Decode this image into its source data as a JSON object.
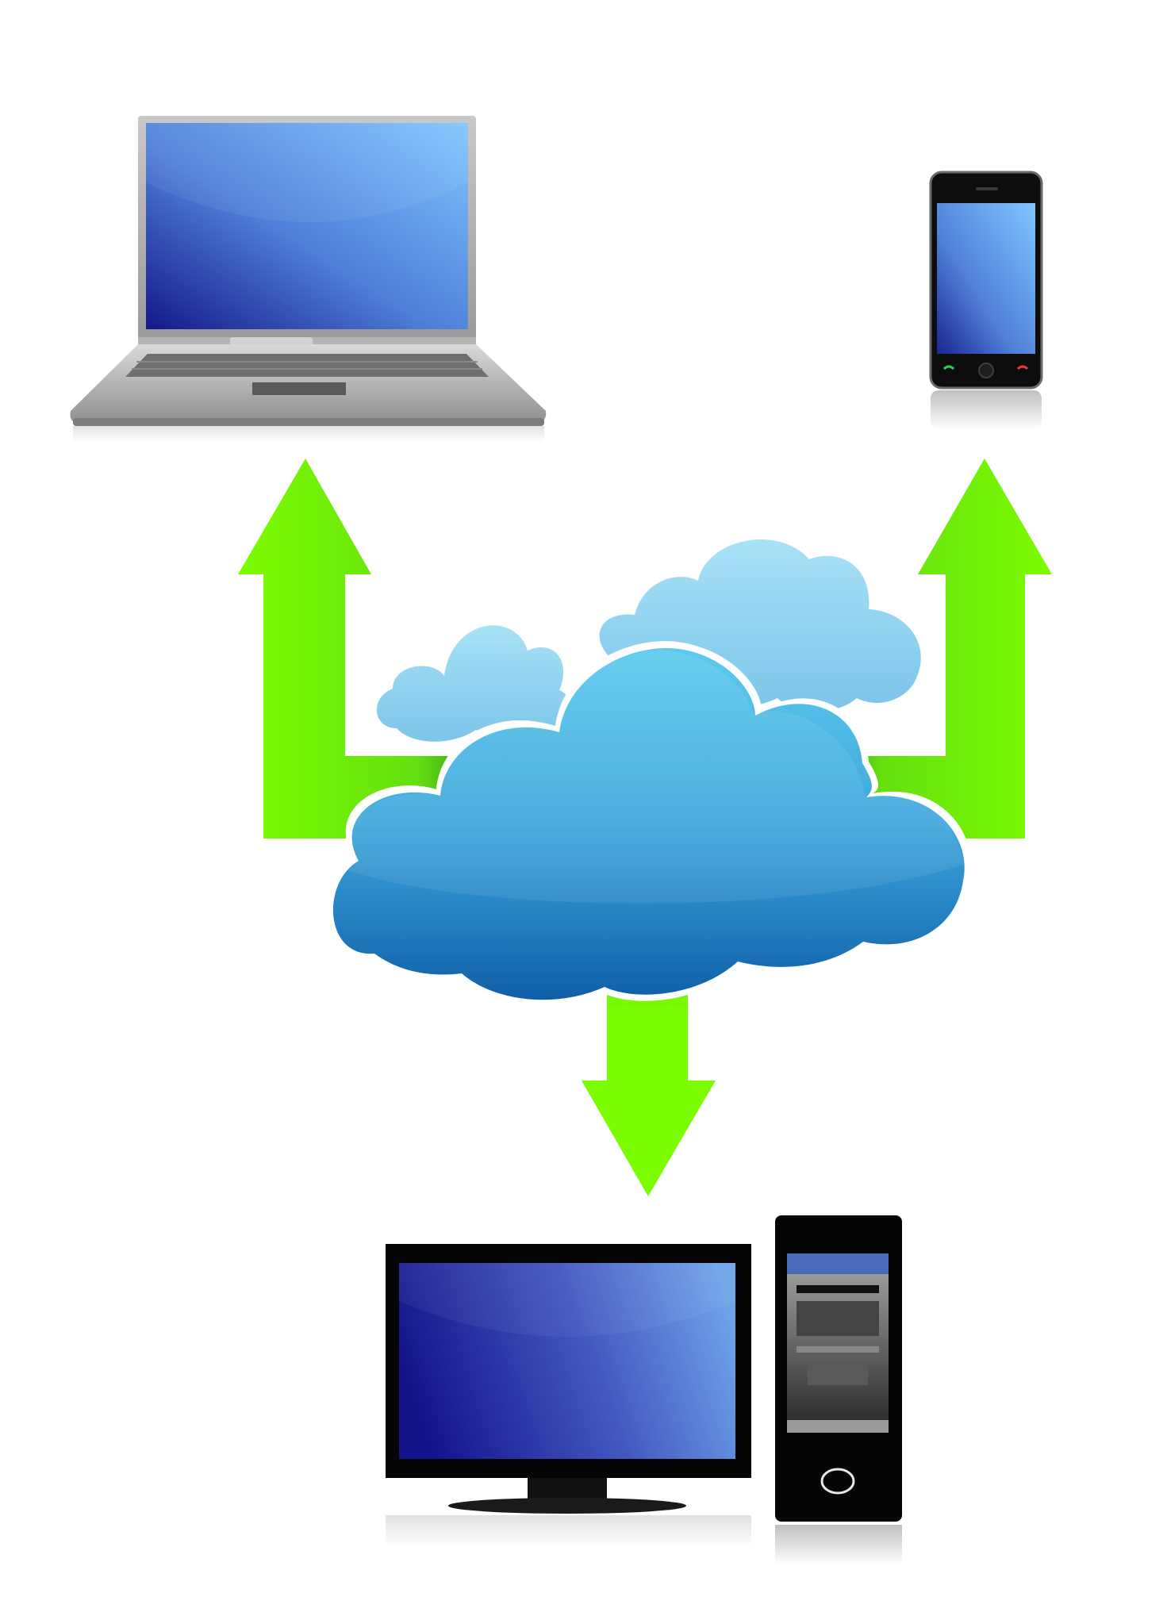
{
  "diagram": {
    "nodes": [
      {
        "id": "laptop",
        "icon": "laptop-icon"
      },
      {
        "id": "smartphone",
        "icon": "smartphone-icon"
      },
      {
        "id": "cloud",
        "icon": "cloud-icon"
      },
      {
        "id": "desktop",
        "icon": "desktop-computer-icon"
      }
    ],
    "edges": [
      {
        "from": "cloud",
        "to": "laptop",
        "direction": "up"
      },
      {
        "from": "cloud",
        "to": "smartphone",
        "direction": "up"
      },
      {
        "from": "cloud",
        "to": "desktop",
        "direction": "down"
      }
    ]
  },
  "colors": {
    "arrow": "#7CFC00",
    "arrow_dark": "#3fae1a",
    "cloud_top": "#5ccbee",
    "cloud_bottom": "#0f5fa8",
    "cloud_back": "#9fdcf3",
    "screen_light": "#7fc3ff",
    "screen_dark": "#14188a",
    "laptop_body": "#a8a8a8",
    "device_black": "#0a0a0a"
  }
}
